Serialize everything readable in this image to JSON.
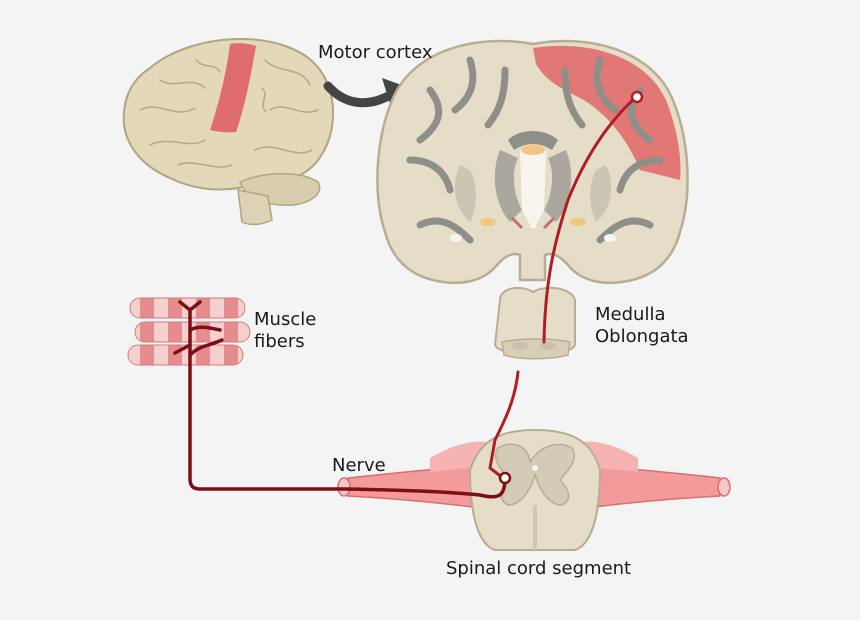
{
  "labels": {
    "motor_cortex": "Motor cortex",
    "muscle_line1": "Muscle",
    "muscle_line2": "fibers",
    "medulla_line1": "Medulla",
    "medulla_line2": "Oblongata",
    "nerve": "Nerve",
    "spinal_cord": "Spinal cord segment"
  },
  "colors": {
    "background": "#f4f4f4",
    "tissue": "#e5ddc7",
    "tissue_outline": "#b7ad92",
    "gray_matter": "#a9a79e",
    "motor_strip": "#e06d6d",
    "pathway": "#b01e24",
    "nerve_pink": "#f39a9a",
    "arrow": "#444444"
  }
}
